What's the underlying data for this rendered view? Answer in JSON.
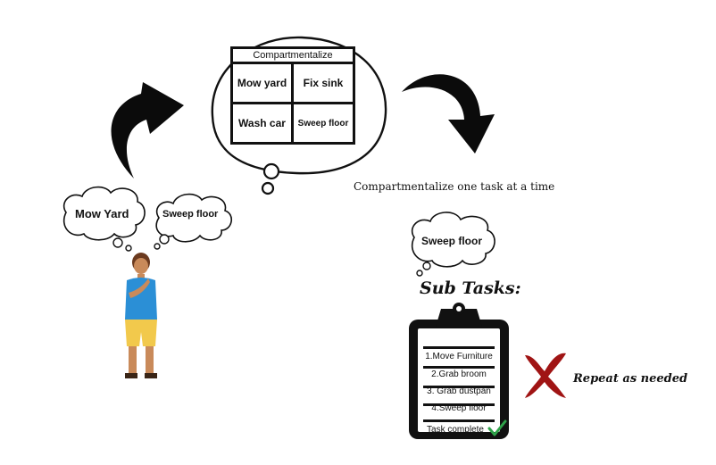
{
  "left_thought_bubbles": [
    {
      "text": "Mow Yard"
    },
    {
      "text": "Sweep floor"
    }
  ],
  "center_thought": {
    "header": "Compartmentalize",
    "cells": [
      "Mow yard",
      "Fix sink",
      "Wash car",
      "Sweep floor"
    ]
  },
  "caption": "Compartmentalize one task at a time",
  "right_thought": {
    "text": "Sweep floor"
  },
  "sub_tasks_heading": "Sub Tasks:",
  "clipboard": {
    "items": [
      "1.Move Furniture",
      "2.Grab broom",
      "3. Grab dustpan",
      "4.Sweep floor"
    ],
    "footer": "Task complete"
  },
  "repeat_note": "Repeat as needed",
  "colors": {
    "check": "#2fa34a",
    "cross": "#a01414",
    "shirt": "#2b8fd6",
    "shorts": "#f2c94c"
  }
}
